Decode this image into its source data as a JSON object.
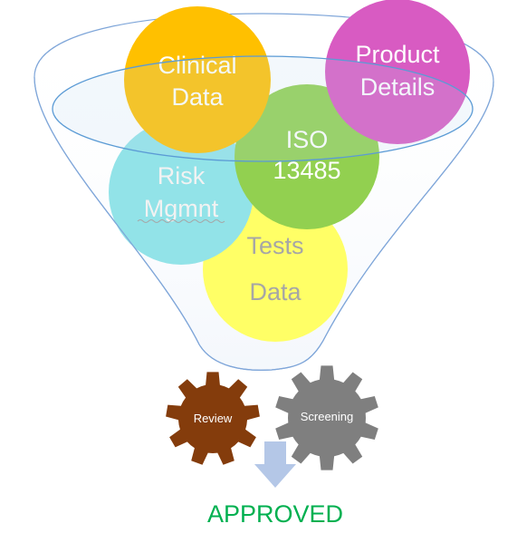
{
  "funnel": {
    "balls": {
      "clinical": {
        "line1": "Clinical",
        "line2": "Data",
        "color": "#FFC000"
      },
      "product": {
        "line1": "Product",
        "line2": "Details",
        "color": "#D85BC2"
      },
      "iso": {
        "line1": "ISO",
        "line2": "13485",
        "color": "#92D050"
      },
      "risk": {
        "line1": "Risk",
        "line2": "Mgmnt",
        "color": "#92E3E8"
      },
      "tests": {
        "line1": "Tests",
        "line2": "Data",
        "color": "#FFFF66"
      }
    }
  },
  "gears": {
    "review": {
      "label": "Review",
      "color": "#843C0C"
    },
    "screening": {
      "label": "Screening",
      "color": "#7F7F7F"
    }
  },
  "arrow_color": "#B4C7E7",
  "result": {
    "label": "APPROVED",
    "color": "#00B050"
  }
}
